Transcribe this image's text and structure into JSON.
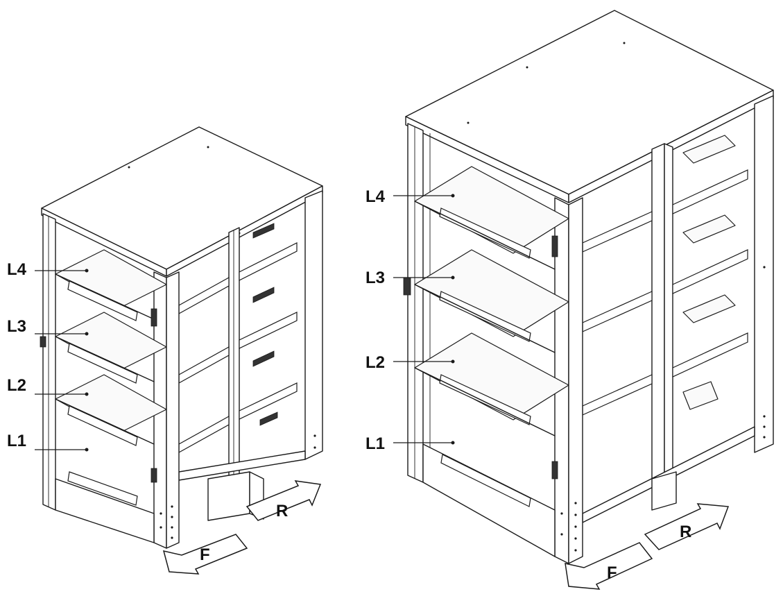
{
  "left_cabinet": {
    "levels": [
      "L4",
      "L3",
      "L2",
      "L1"
    ],
    "front_label": "F",
    "rear_label": "R"
  },
  "right_cabinet": {
    "levels": [
      "L4",
      "L3",
      "L2",
      "L1"
    ],
    "front_label": "F",
    "rear_label": "R"
  }
}
